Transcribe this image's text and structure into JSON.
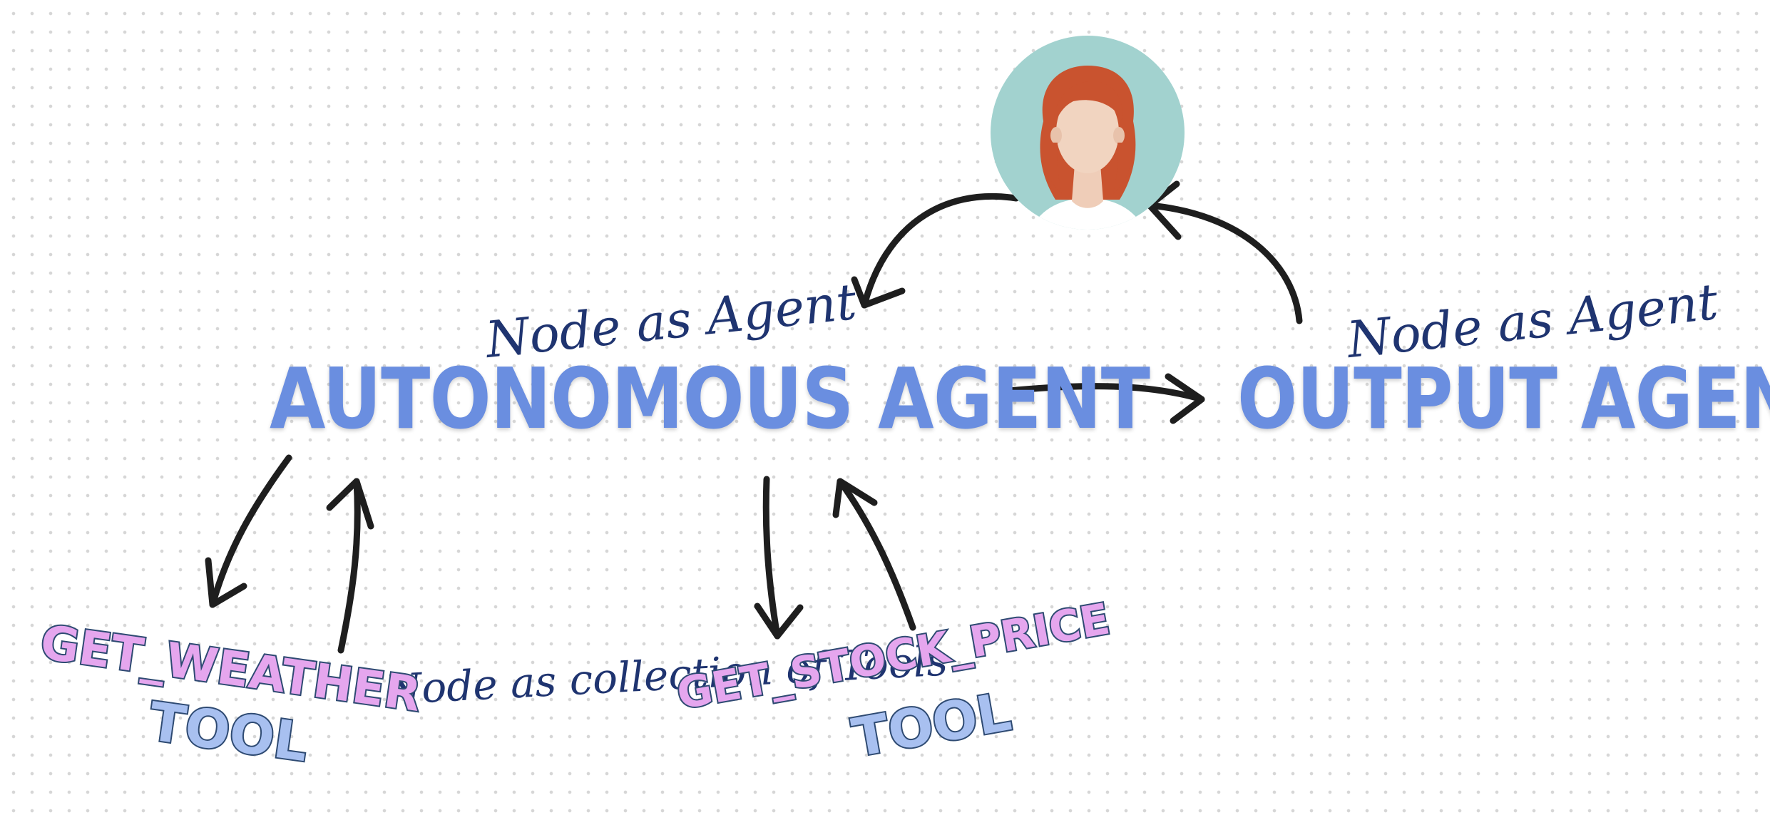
{
  "nodes": {
    "autonomous_agent": {
      "title": "AUTONOMOUS AGENT",
      "note": "Node as Agent"
    },
    "output_agent": {
      "title": "OUTPUT AGENT",
      "note": "Node as Agent"
    }
  },
  "tools": {
    "note": "Node as collection of Tools",
    "weather": {
      "line1": "GET_WEATHER",
      "line2": "TOOL"
    },
    "stock": {
      "line1": "GET_STOCK_PRICE",
      "line2": "TOOL"
    }
  },
  "user": {
    "icon": "user-avatar-icon"
  },
  "colors": {
    "agent_text": "#6a8ee0",
    "script_text": "#1f3470",
    "tool_pink": "#e5a6ee",
    "tool_blue": "#a8c0f0",
    "tool_outline": "#2e4a72",
    "avatar_bg": "#a2d2cf",
    "hair": "#c9532f",
    "arrow": "#1e1e1e"
  }
}
